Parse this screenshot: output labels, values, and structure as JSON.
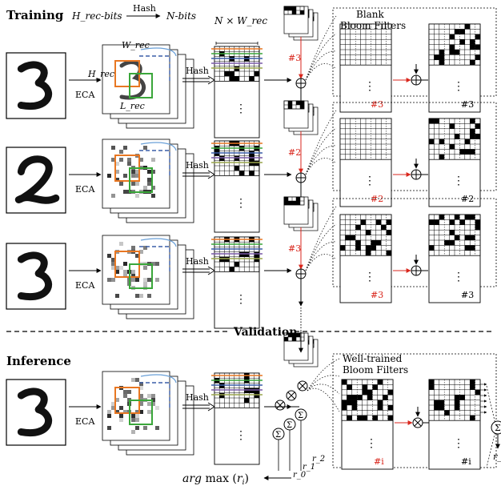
{
  "labels": {
    "training": "Training",
    "inference": "Inference",
    "validation": "Validation",
    "h_rec_bits": "H_rec-bits",
    "hash_top": "Hash",
    "n_bits": "N-bits",
    "n_times_w": "N × W_rec",
    "w_rec": "W_rec",
    "h_rec": "H_rec",
    "l_rec": "L_rec",
    "blank_bloom_1": "Blank",
    "blank_bloom_2": "Bloom Filters",
    "well_trained_1": "Well-trained",
    "well_trained_2": "Bloom Filters",
    "eca": "ECA",
    "hash": "Hash",
    "argmax": "arg max (r_i)",
    "r_i": "r_i",
    "r0": "r_0",
    "r1": "r_1",
    "r2": "r_2",
    "sigma": "Σ",
    "vdots": "⋮"
  },
  "rows": [
    {
      "digit": "3",
      "class_red": "#3",
      "class_black": "#3"
    },
    {
      "digit": "2",
      "class_red": "#2",
      "class_black": "#2"
    },
    {
      "digit": "3",
      "class_red": "#3",
      "class_black": "#3"
    },
    {
      "digit": "3",
      "class_red": "#i",
      "class_black": "#i"
    }
  ],
  "colors": {
    "orange": "#e87722",
    "green": "#3aa63a",
    "blue": "#3b5ea8",
    "purple": "#7a5aa8",
    "red": "#d9261c"
  }
}
